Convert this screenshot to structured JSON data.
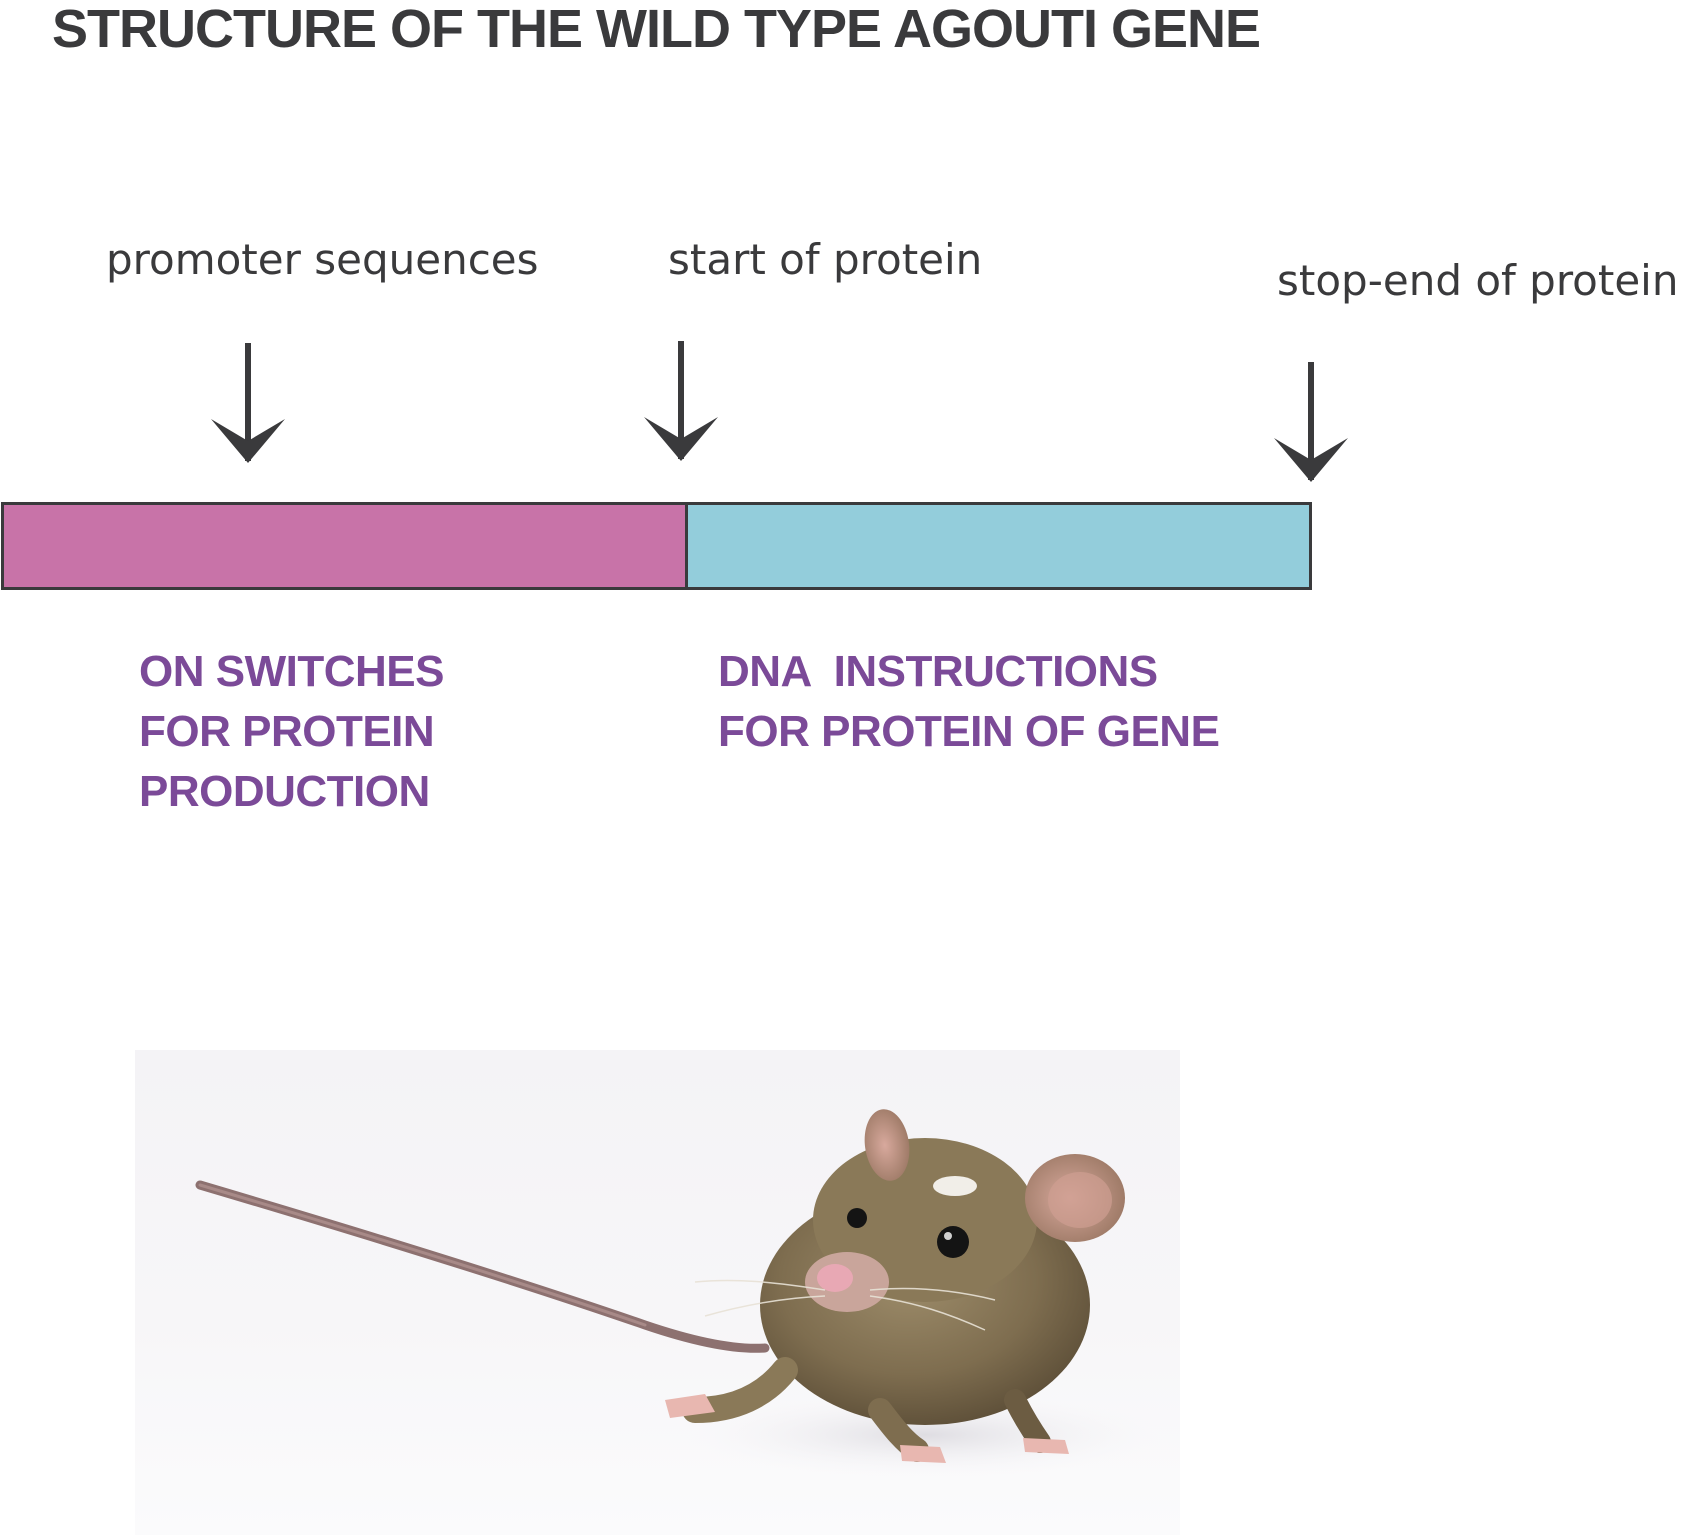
{
  "title": "STRUCTURE OF THE WILD TYPE AGOUTI GENE",
  "labels": {
    "promoter": "promoter sequences",
    "start": "start of protein",
    "stop": "stop-end of protein"
  },
  "regions": {
    "promoter_lines": [
      "ON SWITCHES",
      "FOR PROTEIN",
      "PRODUCTION"
    ],
    "coding_lines": [
      "DNA  INSTRUCTIONS",
      "FOR PROTEIN OF GENE"
    ]
  },
  "colors": {
    "promoter_region": "#c873a8",
    "coding_region": "#93cddb",
    "region_text": "#7b4a98",
    "dark_text": "#3a3a3c"
  },
  "icons": {
    "arrow": "down-arrow-icon"
  },
  "photo": {
    "subject": "mouse-photo"
  }
}
